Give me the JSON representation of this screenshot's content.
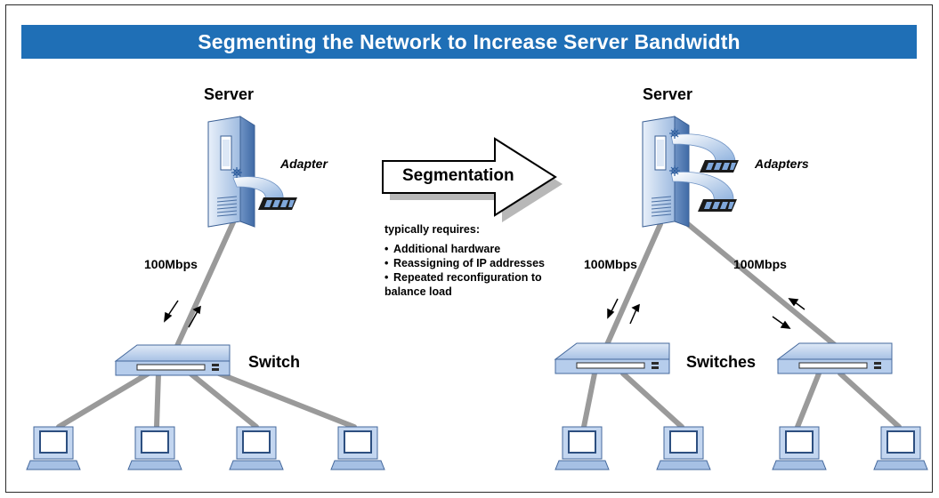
{
  "title": "Segmenting the Network to Increase Server Bandwidth",
  "left": {
    "server_label": "Server",
    "adapter_label": "Adapter",
    "link_speed": "100Mbps",
    "switch_label": "Switch"
  },
  "center": {
    "arrow_label": "Segmentation",
    "requires_heading": "typically requires:",
    "requirements": [
      "Additional hardware",
      "Reassigning of IP addresses",
      "Repeated reconfiguration to balance load"
    ]
  },
  "right": {
    "server_label": "Server",
    "adapter_label": "Adapters",
    "link_speed_left": "100Mbps",
    "link_speed_right": "100Mbps",
    "switch_label": "Switches"
  },
  "colors": {
    "title_bar": "#1f6fb6",
    "device_blue": "#a9c3e6",
    "cable_gray": "#9a9a9a"
  }
}
